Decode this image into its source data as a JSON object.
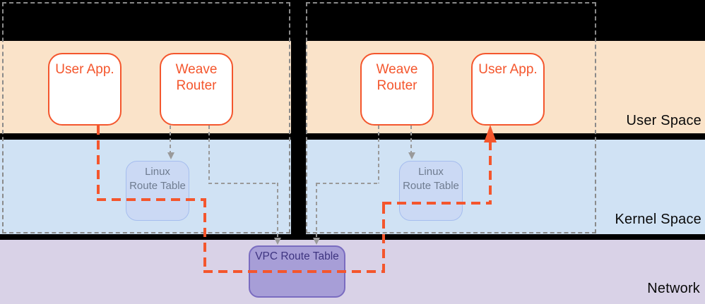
{
  "diagram": {
    "layers": {
      "user_space": {
        "label": "User Space",
        "color": "#fae3c9"
      },
      "kernel_space": {
        "label": "Kernel Space",
        "color": "#d0e2f4"
      },
      "network": {
        "label": "Network",
        "color": "#d9d2e7"
      }
    },
    "host1": {
      "user_app": {
        "label": "User App."
      },
      "weave_router": {
        "label": "Weave Router"
      },
      "linux_route_table": {
        "label": "Linux Route Table"
      }
    },
    "host2": {
      "weave_router": {
        "label": "Weave Router"
      },
      "user_app": {
        "label": "User App."
      },
      "linux_route_table": {
        "label": "Linux Route Table"
      }
    },
    "network_layer": {
      "vpc_route_table": {
        "label": "VPC Route Table"
      }
    },
    "colors": {
      "accent_orange": "#f4562d",
      "linux_box_fill": "#cbd9f4",
      "linux_box_border": "#a5bdee",
      "linux_box_text": "#6f7c90",
      "vpc_box_fill": "#a79ed7",
      "vpc_box_border": "#7a6cc0",
      "vpc_box_text": "#3e3480",
      "connector_gray": "#9a9a9a",
      "host_border_gray": "#8a8a8a",
      "background": "#000000"
    }
  }
}
